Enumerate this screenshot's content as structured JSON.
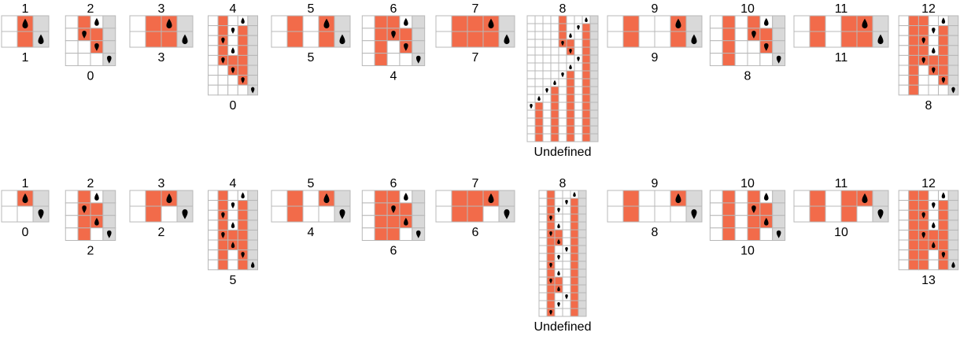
{
  "colors": {
    "active": "#f26b4a",
    "edge": "#d9d9d9",
    "blank": "#ffffff",
    "grid": "#b8b8b8",
    "head": "#000000"
  },
  "rows": [
    {
      "panels": [
        {
          "title": "1",
          "result": "1",
          "cells": [
            "010",
            "010"
          ],
          "heads": [
            "1u",
            "2u"
          ]
        },
        {
          "title": "2",
          "result": "0",
          "cells": [
            "0100",
            "0110",
            "0010",
            "0000"
          ],
          "heads": [
            "2u",
            "1d",
            "2d",
            "3d"
          ]
        },
        {
          "title": "3",
          "result": "3",
          "cells": [
            "0110",
            "0110"
          ],
          "heads": [
            "2u",
            "3u"
          ]
        },
        {
          "title": "4",
          "result": "0",
          "cells": [
            "01000",
            "01010",
            "01010",
            "01010",
            "01110",
            "00110",
            "00010",
            "00000"
          ],
          "heads": [
            "3u",
            "2d",
            "1d",
            "2u",
            "1d",
            "2d",
            "3d",
            "4d"
          ]
        },
        {
          "title": "5",
          "result": "5",
          "cells": [
            "01010",
            "01010"
          ],
          "heads": [
            "3u",
            "4u"
          ]
        },
        {
          "title": "6",
          "result": "4",
          "cells": [
            "01100",
            "01110",
            "01010",
            "01000"
          ],
          "heads": [
            "3u",
            "2d",
            "3d",
            "4d"
          ]
        },
        {
          "title": "7",
          "result": "7",
          "cells": [
            "01110",
            "01110"
          ],
          "heads": [
            "3u",
            "4u"
          ]
        },
        {
          "title": "8",
          "result": "Undefined",
          "cells": [
            "000010000",
            "000010010",
            "000010010",
            "000011010",
            "000001010",
            "000000010",
            "000000010",
            "000001010",
            "000001010",
            "000101010",
            "000101010",
            "010101010",
            "010101010",
            "010101010",
            "010101010",
            "010101010"
          ],
          "heads": [
            "7u",
            "6d",
            "5u",
            "4d",
            "5d",
            "6d",
            "5u",
            "4d",
            "3u",
            "2d",
            "1u",
            "0d",
            "",
            "",
            "",
            ""
          ]
        },
        {
          "title": "9",
          "result": "9",
          "cells": [
            "010010",
            "010010"
          ],
          "heads": [
            "4u",
            "5u"
          ]
        },
        {
          "title": "10",
          "result": "8",
          "cells": [
            "010100",
            "010110",
            "010010",
            "010000"
          ],
          "heads": [
            "4u",
            "3d",
            "4d",
            "5d"
          ]
        },
        {
          "title": "11",
          "result": "11",
          "cells": [
            "010110",
            "010110"
          ],
          "heads": [
            "4u",
            "5u"
          ]
        },
        {
          "title": "12",
          "result": "8",
          "cells": [
            "011000",
            "011010",
            "011010",
            "011010",
            "011110",
            "010110",
            "010010",
            "010000"
          ],
          "heads": [
            "4u",
            "3d",
            "2d",
            "3u",
            "2d",
            "3d",
            "4d",
            "5d"
          ]
        }
      ]
    },
    {
      "panels": [
        {
          "title": "1",
          "result": "0",
          "cells": [
            "010",
            "000"
          ],
          "heads": [
            "1u",
            "2d"
          ]
        },
        {
          "title": "2",
          "result": "2",
          "cells": [
            "0100",
            "0110",
            "0110",
            "0100"
          ],
          "heads": [
            "2u",
            "1d",
            "2u",
            "3d"
          ]
        },
        {
          "title": "3",
          "result": "2",
          "cells": [
            "0110",
            "0100"
          ],
          "heads": [
            "2u",
            "3d"
          ]
        },
        {
          "title": "4",
          "result": "5",
          "cells": [
            "01000",
            "01010",
            "01010",
            "01010",
            "01110",
            "01110",
            "01010",
            "01010"
          ],
          "heads": [
            "3u",
            "2d",
            "1d",
            "2u",
            "1d",
            "2u",
            "3d",
            "4u"
          ]
        },
        {
          "title": "5",
          "result": "4",
          "cells": [
            "01010",
            "01000"
          ],
          "heads": [
            "3u",
            "4d"
          ]
        },
        {
          "title": "6",
          "result": "6",
          "cells": [
            "01100",
            "01110",
            "01110",
            "01100"
          ],
          "heads": [
            "3u",
            "2d",
            "3u",
            "4d"
          ]
        },
        {
          "title": "7",
          "result": "6",
          "cells": [
            "01110",
            "01100"
          ],
          "heads": [
            "3u",
            "4d"
          ]
        },
        {
          "title": "8",
          "result": "Undefined",
          "cells": [
            "010000",
            "010010",
            "010010",
            "010010",
            "010010",
            "011010",
            "011010",
            "010010",
            "010010",
            "010010",
            "010010",
            "011010",
            "011010",
            "010010",
            "010010",
            "010010"
          ],
          "heads": [
            "4u",
            "3d",
            "2d",
            "1d",
            "2u",
            "1d",
            "2u",
            "3d",
            "2d",
            "1d",
            "2u",
            "1d",
            "2u",
            "3d",
            "2d",
            "1d"
          ]
        },
        {
          "title": "9",
          "result": "8",
          "cells": [
            "010010",
            "010000"
          ],
          "heads": [
            "4u",
            "5d"
          ]
        },
        {
          "title": "10",
          "result": "10",
          "cells": [
            "010100",
            "010110",
            "010110",
            "010100"
          ],
          "heads": [
            "4u",
            "3d",
            "4u",
            "5d"
          ]
        },
        {
          "title": "11",
          "result": "10",
          "cells": [
            "010110",
            "010100"
          ],
          "heads": [
            "4u",
            "5d"
          ]
        },
        {
          "title": "12",
          "result": "13",
          "cells": [
            "011000",
            "011010",
            "011010",
            "011010",
            "011110",
            "011110",
            "011010",
            "011010"
          ],
          "heads": [
            "4u",
            "3d",
            "2d",
            "3u",
            "2d",
            "3u",
            "4d",
            "5u"
          ]
        }
      ]
    }
  ]
}
